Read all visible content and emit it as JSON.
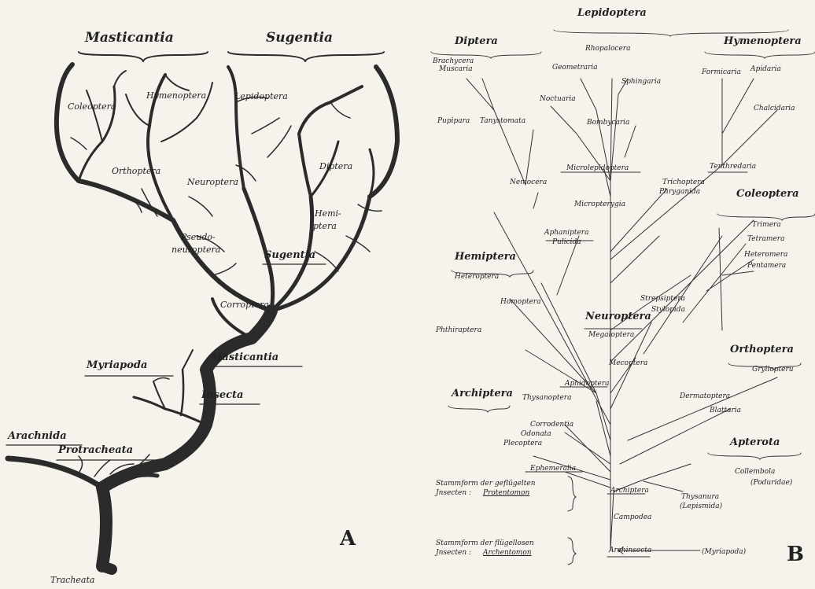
{
  "panel_a": {
    "letter": "A",
    "labels": {
      "masticantia_top": "Masticantia",
      "sugentia_top": "Sugentia",
      "coleoptera": "Coleoptera",
      "hymenoptera": "Hymenoptera",
      "lepidoptera": "Lepidoptera",
      "orthoptera": "Orthoptera",
      "neuroptera": "Neuroptera",
      "diptera": "Diptera",
      "hemiptera_1": "Hemi-",
      "hemiptera_2": "ptera",
      "pseudo_1": "Pseudo-",
      "pseudo_2": "neuroptera",
      "sugentia_mid": "Sugentia",
      "corrodentia": "Corroptera",
      "masticantia_mid": "Masticantia",
      "myriapoda": "Myriapoda",
      "insecta": "Insecta",
      "arachnida": "Arachnida",
      "protracheata": "Protracheata",
      "tracheata": "Tracheata"
    }
  },
  "panel_b": {
    "letter": "B",
    "labels": {
      "lepidoptera": "Lepidoptera",
      "diptera": "Diptera",
      "hymenoptera": "Hymenoptera",
      "brachycera": "Brachycera",
      "muscaria": "Muscaria",
      "rhopalocera": "Rhopalocera",
      "geometraria": "Geometraria",
      "sphingaria": "Sphingaria",
      "formicaria": "Formicaria",
      "apidaria": "Apidaria",
      "noctuaria": "Noctuaria",
      "chalcidaria": "Chalcidaria",
      "pupipara": "Pupipara",
      "tanystomata": "Tanystomata",
      "bombycaria": "Bombycaria",
      "microlepidoptera": "Microlepidoptera",
      "tenthredaria": "Tenthredaria",
      "nemocera": "Nemocera",
      "trichoptera": "Trichoptera",
      "phryganida": "Phryganida",
      "micropterygia": "Micropterygia",
      "coleoptera": "Coleoptera",
      "trimera": "Trimera",
      "aphaniptera": "Aphaniptera",
      "pulicida": "Pulicida",
      "tetramera": "Tetramera",
      "hemiptera": "Hemiptera",
      "heteromera": "Heteromera",
      "heteroptera": "Heteroptera",
      "pentamera": "Pentamera",
      "homoptera": "Homoptera",
      "strepsiptera": "Strepsiptera",
      "stylopida": "Stylopida",
      "neuroptera": "Neuroptera",
      "megaloptera": "Megaloptera",
      "phthiraptera": "Phthiraptera",
      "orthoptera": "Orthoptera",
      "gryllopteru": "Gryllopteru",
      "mecoptera": "Mecoptera",
      "aphidoptera": "Aphidoptera",
      "dermatoptera": "Dermatoptera",
      "archiptera_top": "Archiptera",
      "thysanoptera": "Thysanoptera",
      "blattaria": "Blattaria",
      "corrodentia": "Corrodentia",
      "odonata": "Odonata",
      "plecoptera": "Plecoptera",
      "apterota": "Apterota",
      "ephemeralia": "Ephemeralia",
      "collembola": "Collembola",
      "poduridae": "(Poduridae)",
      "stamm1_line1": "Stammform  der geflügelten",
      "stamm1_line2a": "Jnsecten :",
      "stamm1_line2b": "Protentomon",
      "archiptera_bottom": "Archiptera",
      "thysanura": "Thysanura",
      "lepismida": "(Lepismida)",
      "campodea": "Campodea",
      "stamm2_line1": "Stammform  der flügellosen",
      "stamm2_line2a": "Jnsecten :",
      "stamm2_line2b": "Archentomon",
      "archinsecta": "Archinsecta",
      "myriapoda": "(Myriapoda)"
    }
  }
}
